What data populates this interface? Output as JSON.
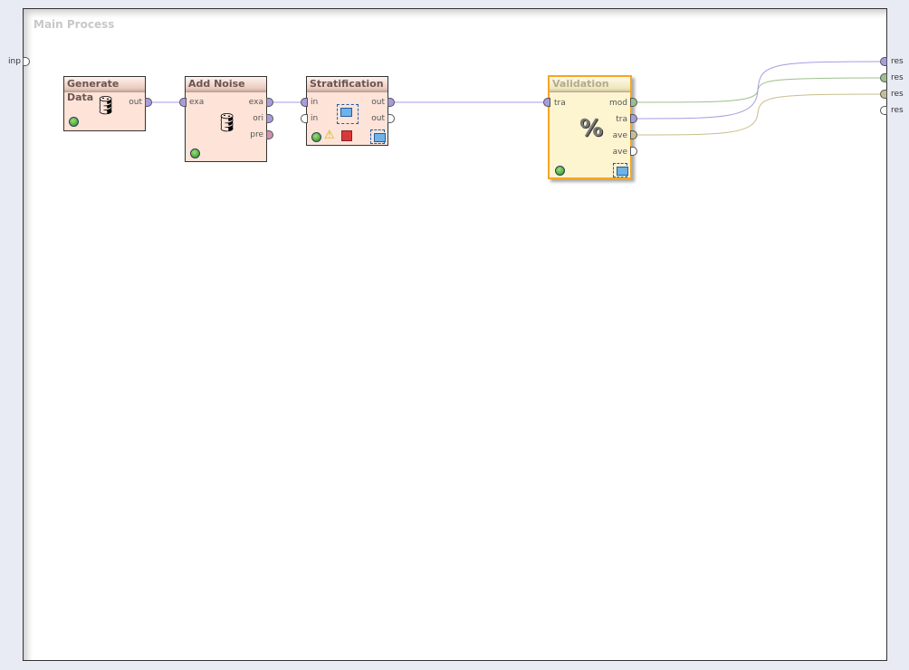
{
  "process_title": "Main Process",
  "input_port": "inp",
  "result_ports": [
    "res",
    "res",
    "res",
    "res"
  ],
  "operators": {
    "generate_data": {
      "name": "Generate Data",
      "ports_out": [
        "out"
      ]
    },
    "add_noise": {
      "name": "Add Noise",
      "ports_in": [
        "exa"
      ],
      "ports_out": [
        "exa",
        "ori",
        "pre"
      ]
    },
    "stratification": {
      "name": "Stratification",
      "ports_in": [
        "in",
        "in"
      ],
      "ports_out": [
        "out",
        "out"
      ]
    },
    "validation": {
      "name": "Validation",
      "ports_in": [
        "tra"
      ],
      "ports_out": [
        "mod",
        "tra",
        "ave",
        "ave"
      ]
    }
  },
  "colors": {
    "example": "#a99be0",
    "model": "#9cc08c",
    "performance": "#c9bd8e",
    "preprocessing": "#d08fb3",
    "selected": "#f5a623"
  }
}
